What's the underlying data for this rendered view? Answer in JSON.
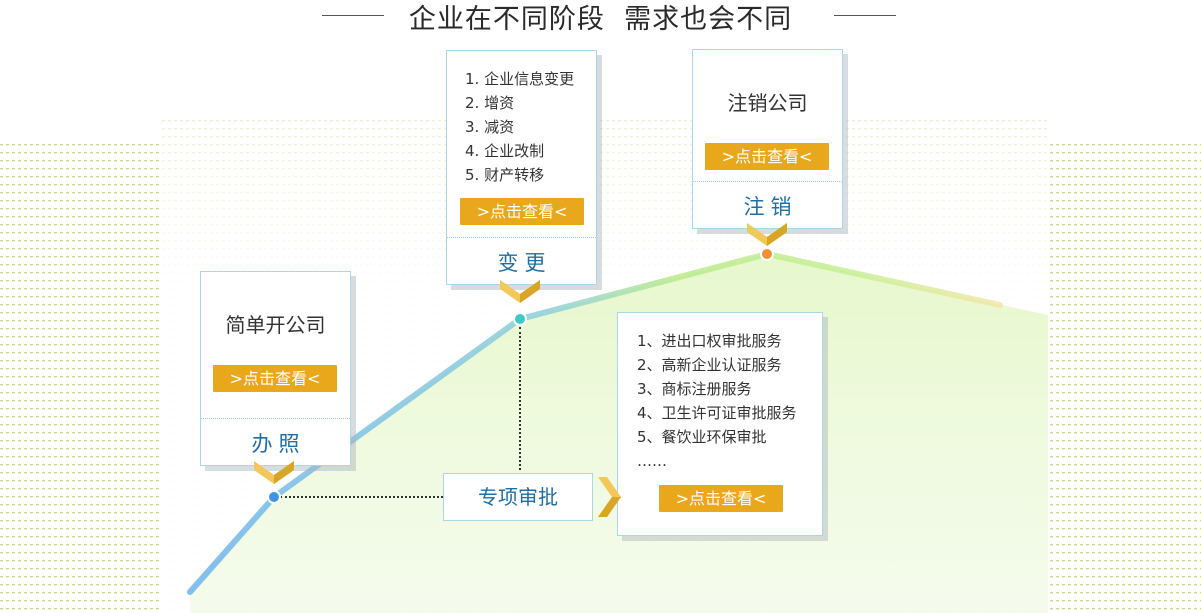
{
  "header": {
    "title": "企业在不同阶段  需求也会不同"
  },
  "stages": {
    "register": {
      "title": "简单开公司",
      "button": ">点击查看<",
      "footer": "办照"
    },
    "change": {
      "items": [
        "1. 企业信息变更",
        "2. 增资",
        "3. 减资",
        "4. 企业改制",
        "5. 财产转移"
      ],
      "button": ">点击查看<",
      "footer": "变更"
    },
    "cancel": {
      "title": "注销公司",
      "button": ">点击查看<",
      "footer": "注销"
    },
    "special": {
      "label": "专项审批",
      "items": [
        "1、进出口权审批服务",
        "2、高新企业认证服务",
        "3、商标注册服务",
        "4、卫生许可证审批服务",
        "5、餐饮业环保审批",
        "……"
      ],
      "button": ">点击查看<"
    }
  },
  "colors": {
    "accent": "#e9a81c",
    "border": "#a9d7ea",
    "stage_text": "#1f6fa4",
    "dot_blue": "#3f96e0",
    "dot_teal": "#3ec9c4",
    "dot_orange": "#f0913a"
  }
}
